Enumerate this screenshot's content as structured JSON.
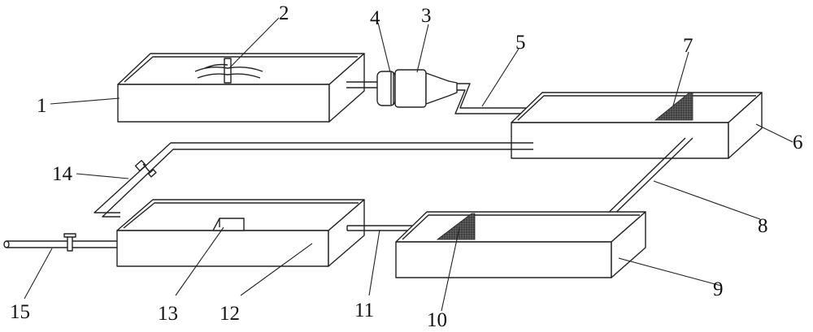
{
  "labels": {
    "l1": "1",
    "l2": "2",
    "l3": "3",
    "l4": "4",
    "l5": "5",
    "l6": "6",
    "l7": "7",
    "l8": "8",
    "l9": "9",
    "l10": "10",
    "l11": "11",
    "l12": "12",
    "l13": "13",
    "l14": "14",
    "l15": "15"
  },
  "colors": {
    "line": "#222222",
    "background": "#ffffff",
    "screen_hatch": "#333333"
  }
}
